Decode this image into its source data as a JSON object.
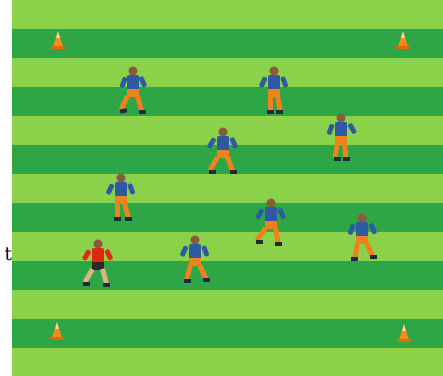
{
  "scene": {
    "side_label": "t",
    "colors": {
      "grass_light": "#8cd14a",
      "grass_dark": "#2fa645",
      "team_shirt": "#2d5aa0",
      "team_shorts": "#f0821e",
      "highlight_shirt": "#e0261b",
      "cone": "#ff8a1c"
    },
    "cones": [
      {
        "name": "cone-top-left"
      },
      {
        "name": "cone-top-right"
      },
      {
        "name": "cone-bottom-left"
      },
      {
        "name": "cone-bottom-right"
      }
    ],
    "players": [
      {
        "name": "player-blue-1",
        "team": "blue"
      },
      {
        "name": "player-blue-2",
        "team": "blue"
      },
      {
        "name": "player-blue-3",
        "team": "blue"
      },
      {
        "name": "player-blue-4",
        "team": "blue"
      },
      {
        "name": "player-blue-5",
        "team": "blue"
      },
      {
        "name": "player-blue-6",
        "team": "blue"
      },
      {
        "name": "player-blue-7",
        "team": "blue"
      },
      {
        "name": "player-blue-8",
        "team": "blue"
      },
      {
        "name": "player-red-1",
        "team": "red"
      }
    ]
  }
}
